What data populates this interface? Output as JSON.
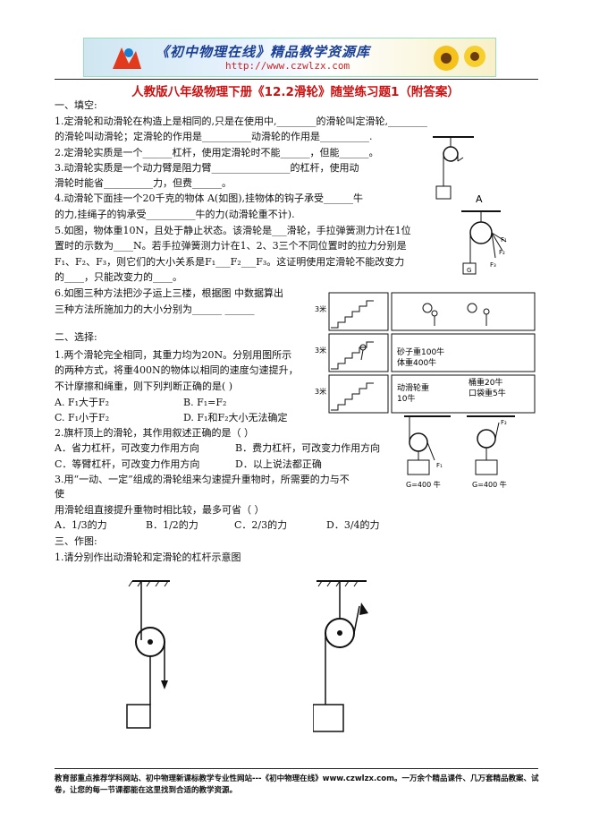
{
  "banner": {
    "brand": "《初中物理在线》精品教学资源库",
    "url": "http://www.czwlzx.com"
  },
  "title": "人教版八年级物理下册《12.2滑轮》随堂练习题1（附答案）",
  "sections": {
    "fill": "一、填空:",
    "choice": "二、选择:",
    "draw": "三、作图:"
  },
  "fill_lines": [
    "1.定滑轮和动滑轮在构造上是相同的,只是在使用中,________的滑轮叫定滑轮,________",
    "的滑轮叫动滑轮；定滑轮的作用是__________动滑轮的作用是__________.",
    "2.定滑轮实质是一个______杠杆，使用定滑轮时不能______，但能______。",
    "3.动滑轮实质是一个动力臂是阻力臂________________的杠杆，使用动",
    "滑轮时能省__________力，但费______。",
    "4.动滑轮下面挂一个20千克的物体 A(如图),挂物体的钩子承受______牛",
    "的力,挂绳子的钩承受__________牛的力(动滑轮重不计).",
    "5.如图，物体重10N，且处于静止状态。该滑轮是___滑轮，手拉弹簧测力计在1位",
    "置时的示数为____N。若手拉弹簧测力计在1、2、3三个不同位置时的拉力分别是",
    "F₁、F₂、F₃，则它们的大小关系是F₁___F₂___F₃。这证明使用定滑轮不能改变力",
    "的____，只能改变力的____。",
    "6.如图三种方法把沙子运上三楼，根据图 中数据算出",
    "三种方法所施加力的大小分别为______  ______"
  ],
  "choice_lines": [
    "1.两个滑轮完全相同，其重力均为20N。分别用图所示",
    "的两种方式，将重400N的物体以相同的速度匀速提升，",
    "不计摩擦和绳重，则下列判断正确的是(      )",
    "2.旗杆顶上的滑轮，其作用叙述正确的是（    ）",
    "3.用“一动、一定”组成的滑轮组来匀速提升重物时，所需要的力与不",
    "使",
    "用滑轮组直接提升重物时相比较，最多可省（       ）"
  ],
  "choice_q1_options": [
    "A. F₁大于F₂",
    "B. F₁=F₂",
    "C. F₁小于F₂",
    "D. F₁和F₂大小无法确定"
  ],
  "choice_q2_options": [
    "A．省力杠杆，可改变力作用方向",
    "B．费力杠杆，可改变力作用方向",
    "C．等臂杠杆，可改变力作用方向",
    "D．以上说法都正确"
  ],
  "choice_q3_options": [
    "A．1/3的力",
    "B．1/2的力",
    "C．2/3的力",
    "D．3/4的力"
  ],
  "draw_q1": "1.请分别作出动滑轮和定滑轮的杠杆示意图",
  "figure_labels": {
    "A": "A",
    "G": "G",
    "F1": "F₁",
    "F2": "F₂",
    "F3": "F₃",
    "three_m": "3米",
    "sand": "砂子重100牛",
    "body": "体重400牛",
    "pulley_weight": "动滑轮重",
    "ten_n": "10牛",
    "bucket": "桶重20牛",
    "bag": "口袋重5牛",
    "g400a": "G=400 牛",
    "g400b": "G=400 牛"
  },
  "footer": "教育部重点推荐学科网站、初中物理新课标教学专业性网站---《初中物理在线》www.czwlzx.com。一万余个精品课件、几万套精品教案、试卷，让您的每一节课都能在这里找到合适的教学资源。"
}
